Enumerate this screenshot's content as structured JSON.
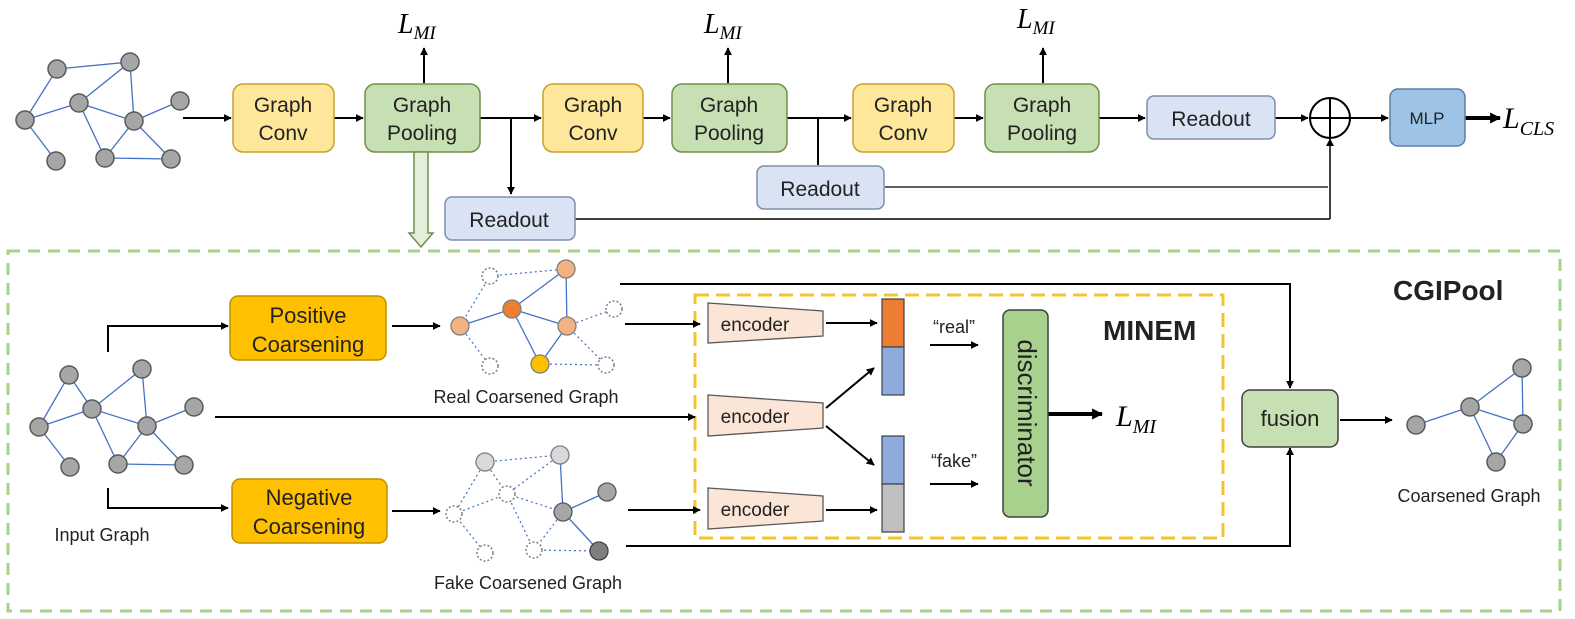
{
  "pipeline": {
    "graph_conv": [
      "Graph",
      "Conv"
    ],
    "graph_pooling": [
      "Graph",
      "Pooling"
    ],
    "readout": "Readout",
    "mlp": "MLP",
    "loss_mi": "L",
    "loss_mi_sub": "MI",
    "loss_cls": "L",
    "loss_cls_sub": "CLS"
  },
  "cgipool": {
    "title": "CGIPool",
    "positive": [
      "Positive",
      "Coarsening"
    ],
    "negative": [
      "Negative",
      "Coarsening"
    ],
    "input_graph": "Input Graph",
    "real_graph": "Real Coarsened Graph",
    "fake_graph": "Fake Coarsened Graph",
    "encoder": "encoder",
    "real_tag": "“real”",
    "fake_tag": "“fake”",
    "discriminator": "discriminator",
    "minem": "MINEM",
    "fusion": "fusion",
    "coarsened_graph": "Coarsened Graph"
  },
  "colors": {
    "conv_fill": "#FEE79A",
    "conv_stroke": "#C9A227",
    "pool_fill": "#C6E0B4",
    "pool_stroke": "#6F8F4A",
    "readout_fill": "#DAE3F3",
    "readout_stroke": "#7F8FAF",
    "mlp_fill": "#9DC3E6",
    "coarsen_fill": "#FFC000",
    "encoder_fill": "#FBE5D6",
    "discriminator_fill": "#A9D18E",
    "cgipool_border": "#A9D18E",
    "minem_border": "#F4C430",
    "node_gray": "#A6A6A6",
    "edge_blue": "#4472C4",
    "node_orange_dark": "#ED7D31",
    "node_orange_light": "#F4B183",
    "vec_blue": "#8FAADC"
  }
}
